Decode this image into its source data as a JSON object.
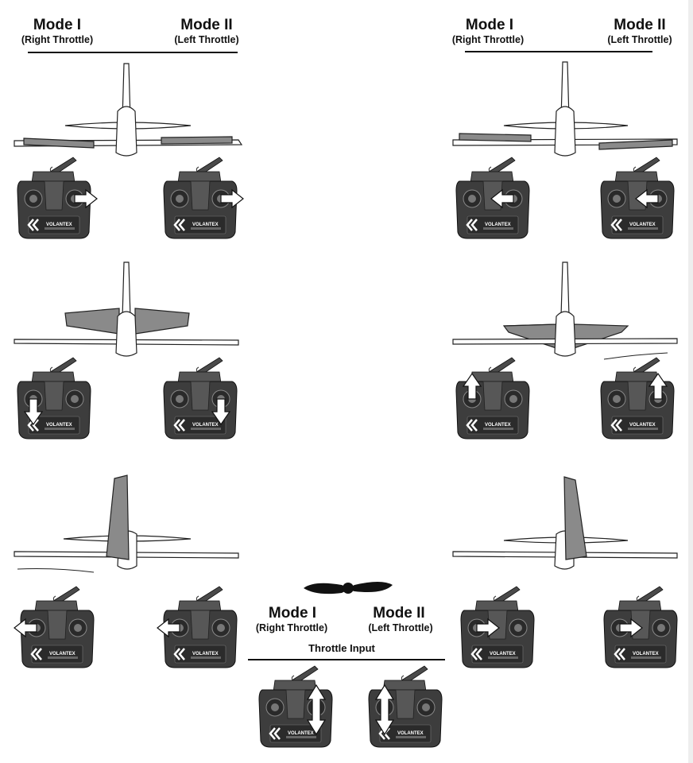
{
  "headers": {
    "left": {
      "mode1": {
        "title": "Mode I",
        "sub": "(Right Throttle)"
      },
      "mode2": {
        "title": "Mode II",
        "sub": "(Left Throttle)"
      }
    },
    "right": {
      "mode1": {
        "title": "Mode I",
        "sub": "(Right Throttle)"
      },
      "mode2": {
        "title": "Mode II",
        "sub": "(Left Throttle)"
      }
    },
    "center": {
      "mode1": {
        "title": "Mode I",
        "sub": "(Right Throttle)"
      },
      "mode2": {
        "title": "Mode II",
        "sub": "(Left Throttle)"
      },
      "throttle_label": "Throttle Input"
    }
  },
  "transmitter": {
    "brand": "VOLANTEX"
  },
  "colors": {
    "deflected_surface": "#8a8a8a",
    "transmitter_body": "#3d3d3d",
    "arrow": "#ffffff"
  }
}
